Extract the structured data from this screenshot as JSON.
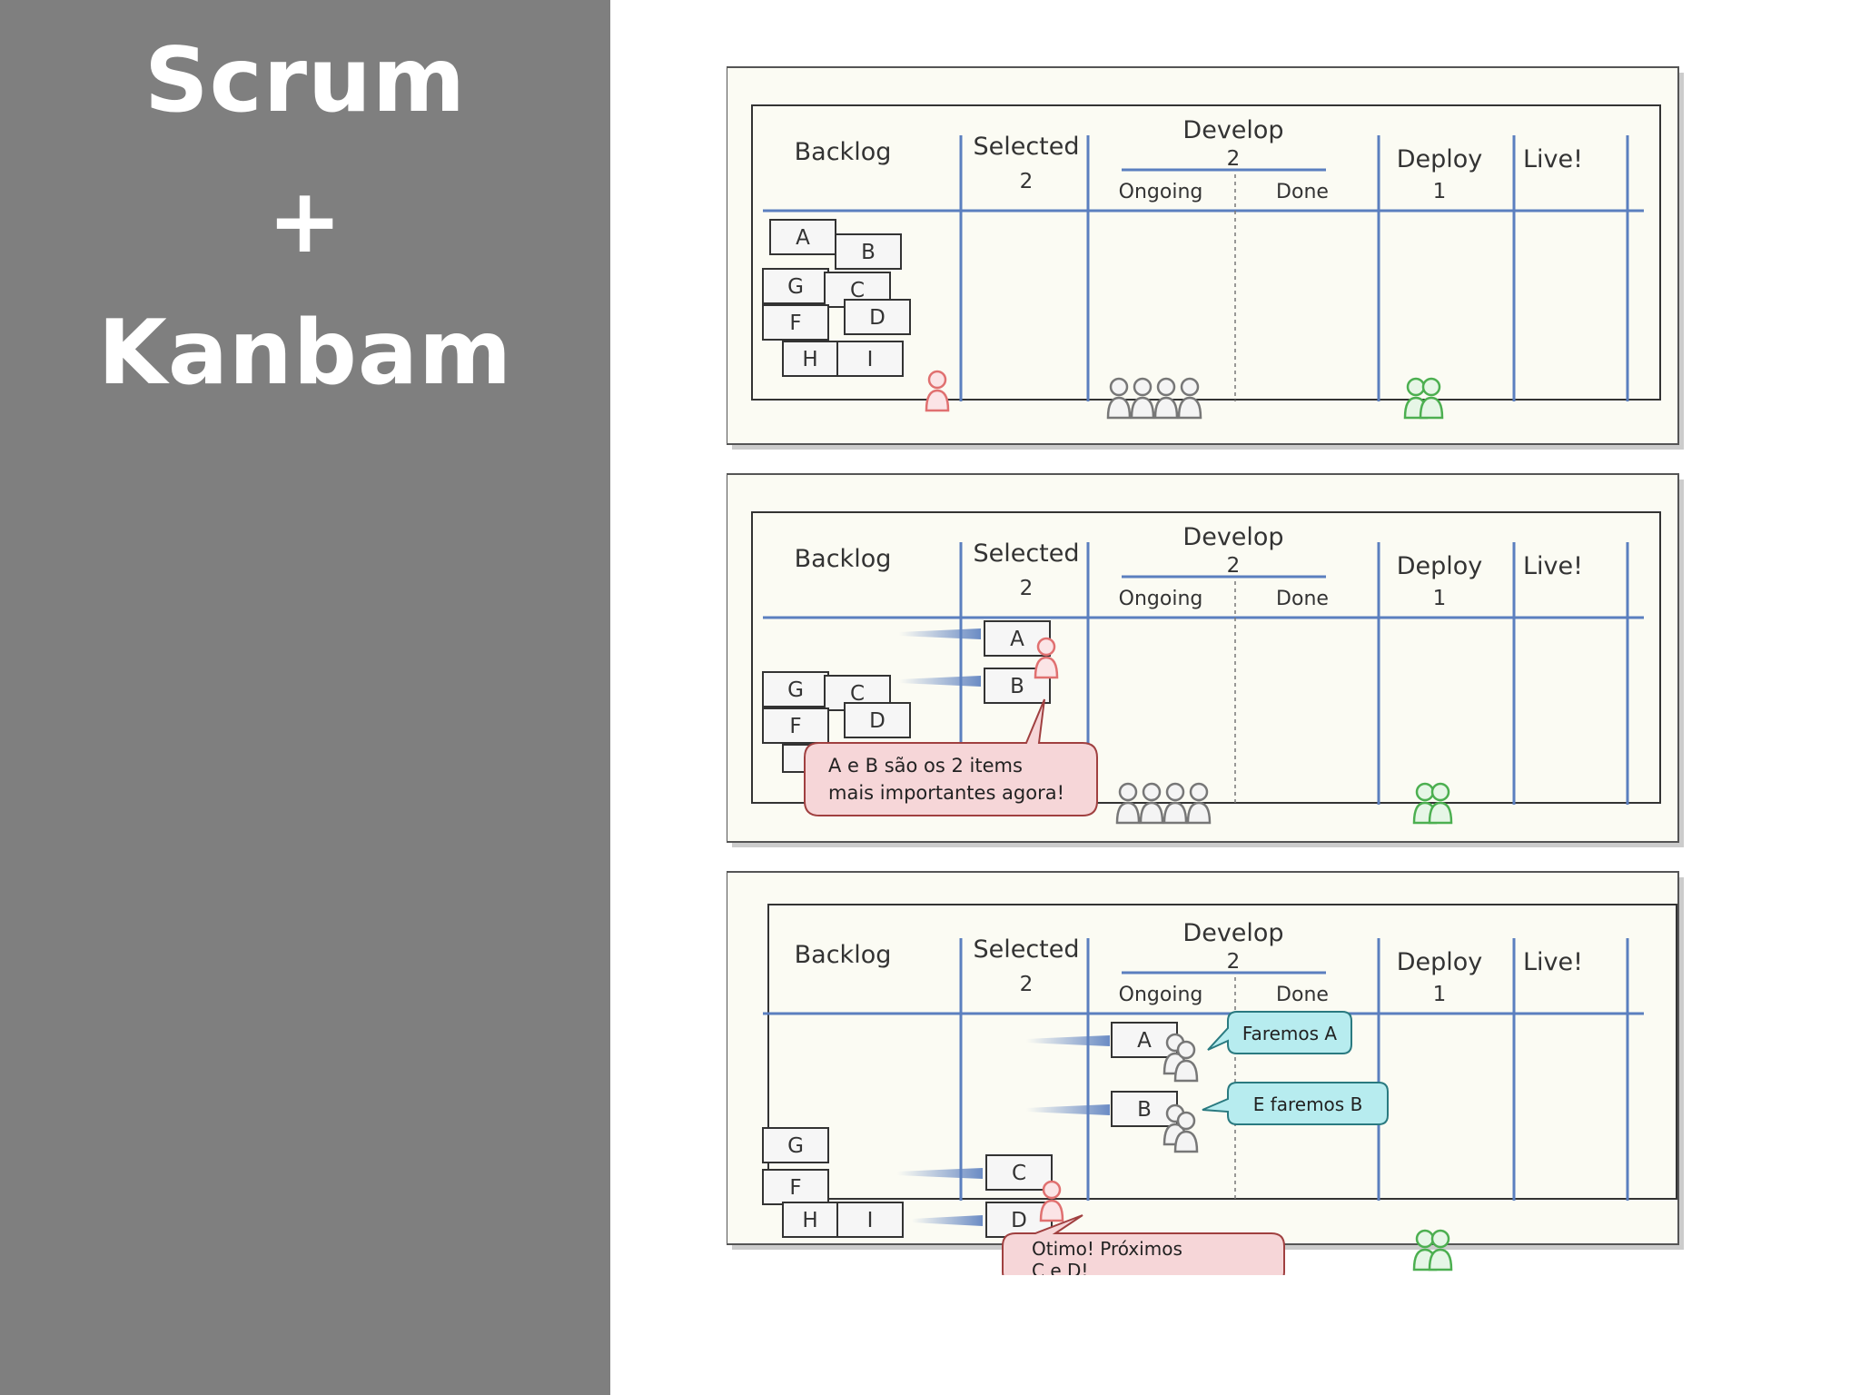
{
  "slide": {
    "title_lines": [
      "Scrum",
      "+",
      "Kanbam"
    ]
  },
  "board": {
    "columns": {
      "backlog": "Backlog",
      "selected": "Selected",
      "selected_limit": "2",
      "develop": "Develop",
      "develop_limit": "2",
      "ongoing": "Ongoing",
      "done": "Done",
      "deploy": "Deploy",
      "deploy_limit": "1",
      "live": "Live!"
    }
  },
  "panels": [
    {
      "backlog_cards": [
        "A",
        "B",
        "G",
        "C",
        "F",
        "D",
        "H",
        "I"
      ],
      "selected_cards": [],
      "ongoing_cards": [],
      "bubbles": []
    },
    {
      "backlog_cards": [
        "G",
        "C",
        "F",
        "D"
      ],
      "selected_cards": [
        "A",
        "B"
      ],
      "ongoing_cards": [],
      "bubbles": [
        {
          "lines": [
            "A e B são os 2 items",
            "mais importantes agora!"
          ],
          "color": "#f6d6d8"
        }
      ]
    },
    {
      "backlog_cards": [
        "G",
        "F",
        "H",
        "I"
      ],
      "selected_cards": [
        "C",
        "D"
      ],
      "ongoing_cards": [
        "A",
        "B"
      ],
      "bubbles": [
        {
          "lines": [
            "Faremos A"
          ],
          "color": "#b7ecef"
        },
        {
          "lines": [
            "E faremos B"
          ],
          "color": "#b7ecef"
        },
        {
          "lines": [
            "Otimo! Próximos",
            "C e D!"
          ],
          "color": "#f6d6d8"
        }
      ]
    }
  ],
  "colors": {
    "sidebar_bg": "#7f7f7f",
    "column_line": "#5b7fbf",
    "person_red": "#e07070",
    "person_gray": "#888888",
    "person_green": "#4caf50"
  }
}
